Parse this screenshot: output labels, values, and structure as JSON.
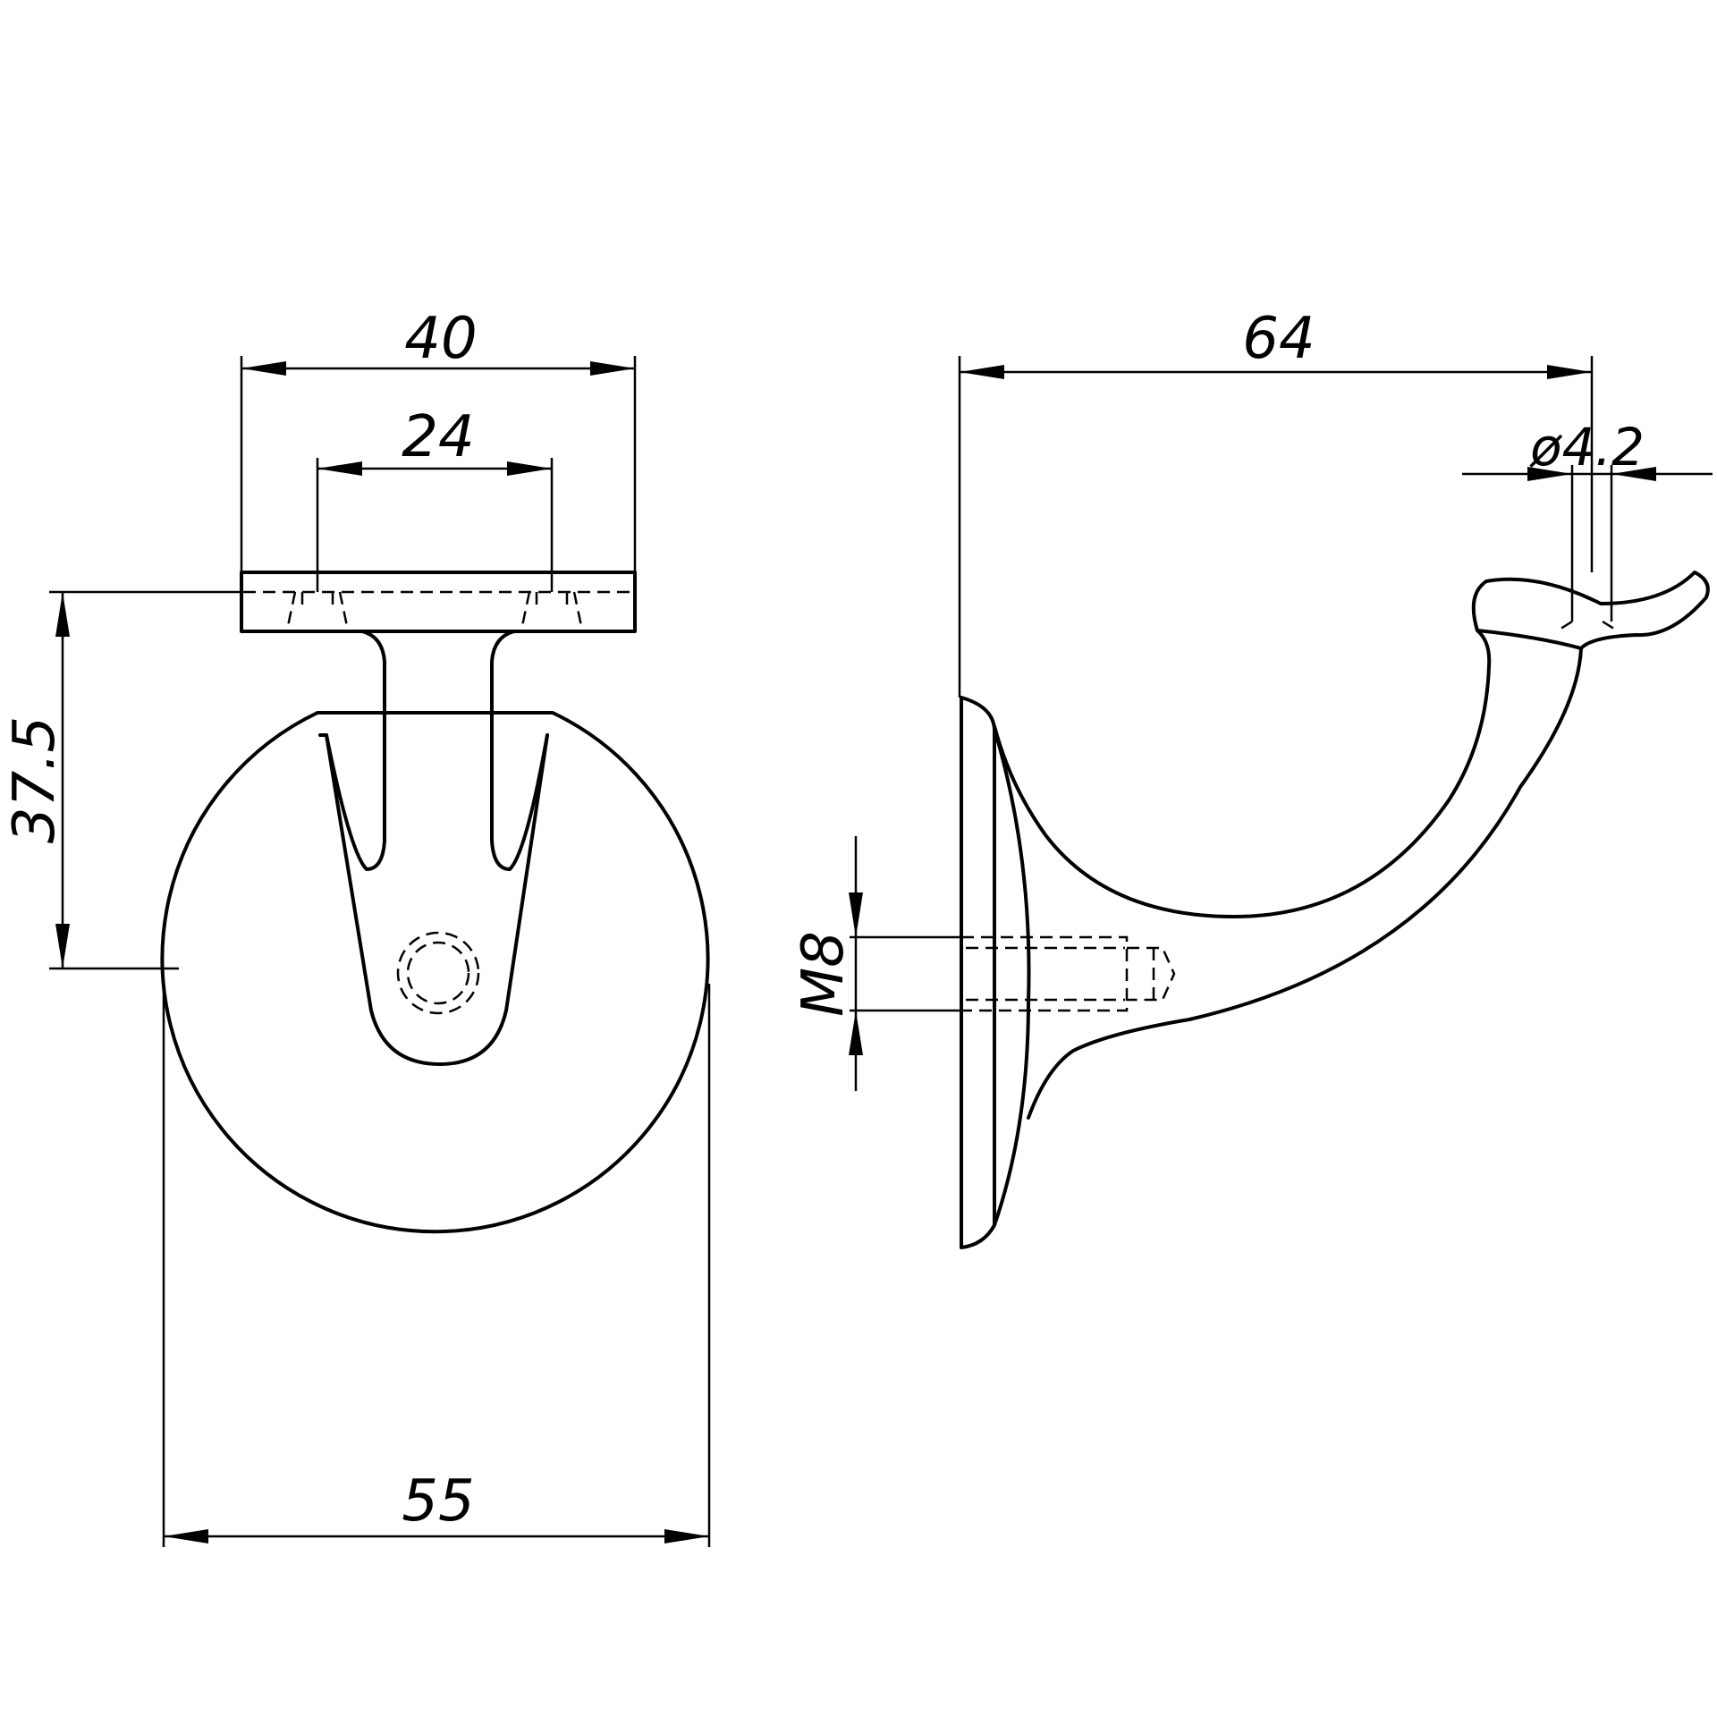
{
  "dimensions": {
    "flange_width": "40",
    "hole_spacing": "24",
    "height": "37.5",
    "base_diameter": "55",
    "projection": "64",
    "hole_diameter": "ø4.2",
    "thread": "M8"
  }
}
